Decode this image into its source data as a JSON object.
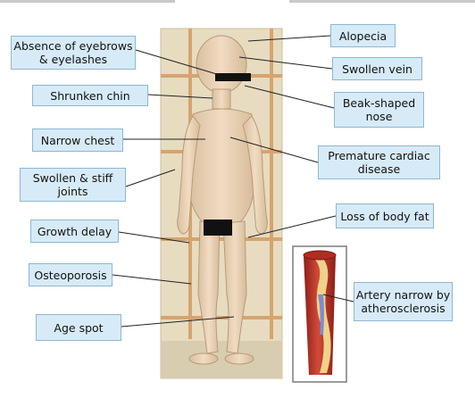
{
  "labels": {
    "eyebrows": "Absence of eyebrows\n& eyelashes",
    "chin": "Shrunken chin",
    "chest": "Narrow chest",
    "joints": "Swollen & stiff\njoints",
    "growth": "Growth delay",
    "osteoporosis": "Osteoporosis",
    "age_spot": "Age spot",
    "alopecia": "Alopecia",
    "vein": "Swollen vein",
    "nose": "Beak-shaped\nnose",
    "cardiac": "Premature cardiac\ndisease",
    "fat": "Loss of body fat",
    "artery": "Artery narrow by\natherosclerosis"
  },
  "colors": {
    "label_fill": "#d6ebf7",
    "label_border": "#8fb6d2",
    "leader_line": "#222222",
    "photo_bg": "#e7dcc0",
    "grid": "#d39b63",
    "artery_wall": "#c4362a"
  }
}
